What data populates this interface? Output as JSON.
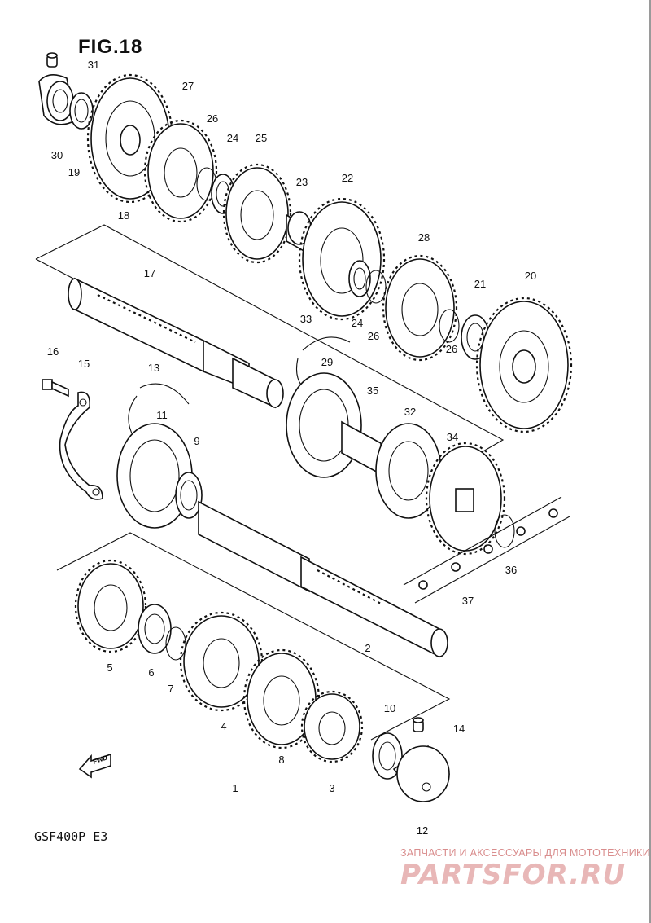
{
  "figure": {
    "title": "FIG.18",
    "model": "GSF400P  E3"
  },
  "watermark": {
    "line": "ЗАПЧАСТИ И АКСЕССУАРЫ ДЛЯ МОТОТЕХНИКИ",
    "logo": "PARTSFOR.RU"
  },
  "fwd_label": "FWD",
  "callouts": [
    "1",
    "2",
    "3",
    "4",
    "5",
    "6",
    "7",
    "8",
    "9",
    "10",
    "11",
    "12",
    "13",
    "14",
    "15",
    "16",
    "17",
    "18",
    "19",
    "20",
    "21",
    "22",
    "23",
    "24",
    "24",
    "25",
    "26",
    "26",
    "26",
    "27",
    "28",
    "29",
    "30",
    "31",
    "32",
    "33",
    "34",
    "35",
    "36",
    "37"
  ]
}
